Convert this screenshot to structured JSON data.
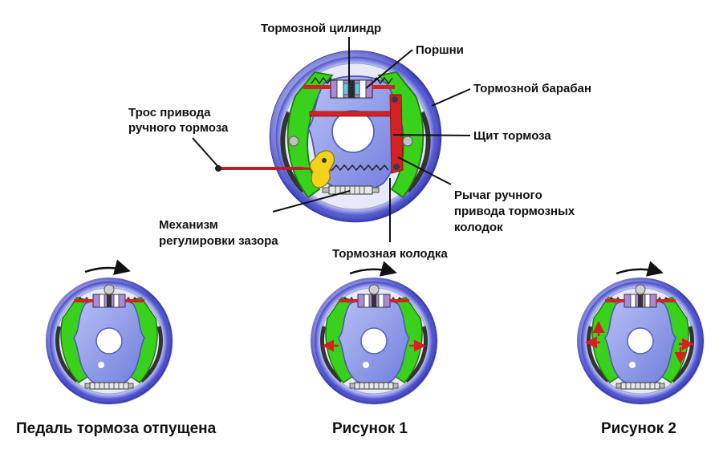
{
  "labels": {
    "cylinder": "Тормозной цилиндр",
    "pistons": "Поршни",
    "drum": "Тормозной барабан",
    "cable_line1": "Трос привода",
    "cable_line2": "ручного тормоза",
    "shield": "Щит тормоза",
    "lever_line1": "Рычаг ручного",
    "lever_line2": "привода тормозных",
    "lever_line3": "колодок",
    "adjuster_line1": "Механизм",
    "adjuster_line2": "регулировки зазора",
    "shoe": "Тормозная колодка"
  },
  "captions": {
    "released": "Педаль тормоза отпущена",
    "figure1": "Рисунок 1",
    "figure2": "Рисунок 2"
  },
  "colors": {
    "drum_blue": "#3f43c9",
    "drum_light": "#c9cdf2",
    "shoe_green": "#3ad11c",
    "plate_blue": "#8b97e8",
    "lever_red": "#d42222",
    "adjuster_yellow": "#f2d21a",
    "arrow_red": "#d81e1e"
  }
}
